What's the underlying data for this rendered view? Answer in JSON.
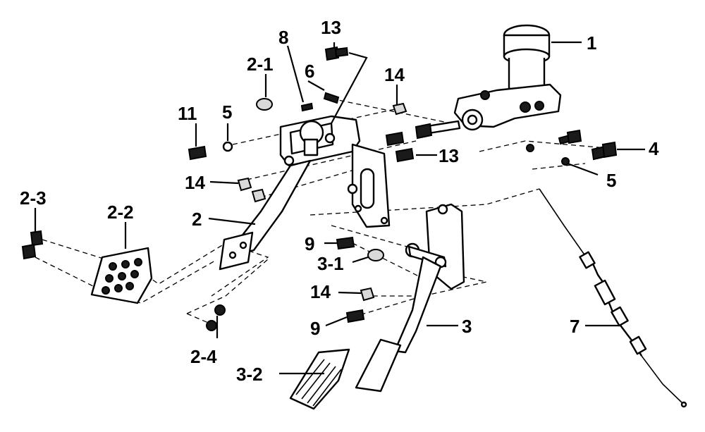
{
  "callouts": {
    "c1": "1",
    "c2": "2",
    "c2_1": "2-1",
    "c2_2": "2-2",
    "c2_3": "2-3",
    "c2_4": "2-4",
    "c3": "3",
    "c3_1": "3-1",
    "c3_2": "3-2",
    "c4": "4",
    "c5a": "5",
    "c5b": "5",
    "c6": "6",
    "c7": "7",
    "c8": "8",
    "c9a": "9",
    "c9b": "9",
    "c11": "11",
    "c13a": "13",
    "c13b": "13",
    "c14a": "14",
    "c14b": "14",
    "c14c": "14"
  }
}
